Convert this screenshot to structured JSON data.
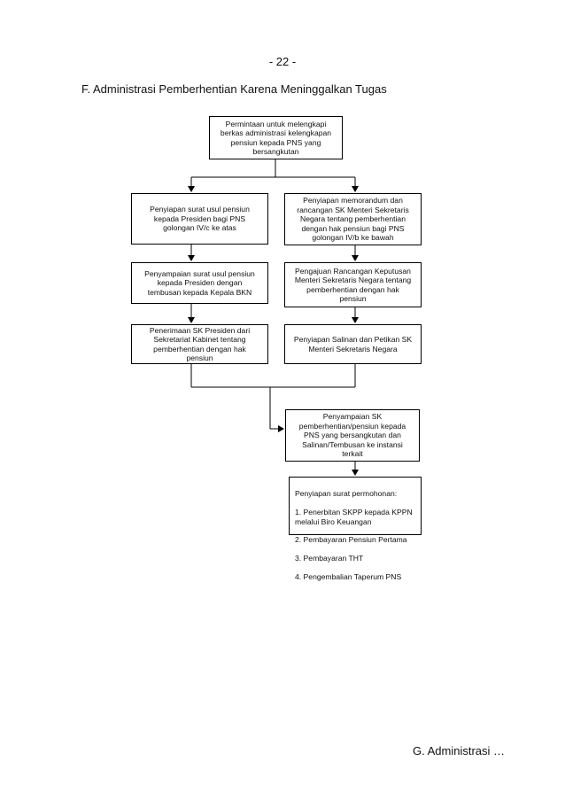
{
  "page": {
    "page_number": "- 22 -",
    "section_title": "F.  Administrasi Pemberhentian Karena Meninggalkan Tugas",
    "next_section": "G. Administrasi …"
  },
  "flowchart": {
    "start": "Permintaan untuk melengkapi\nberkas administrasi  kelengkapan\npensiun kepada PNS yang\nbersangkutan",
    "left": [
      "Penyiapan surat usul pensiun\nkepada Presiden bagi PNS\ngolongan IV/c ke atas",
      "Penyampaian surat usul  pensiun\nkepada Presiden dengan\ntembusan kepada Kepala BKN",
      "Penerimaan SK Presiden dari\nSekretariat Kabinet tentang\npemberhentian dengan hak\npensiun"
    ],
    "right": [
      "Penyiapan memorandum dan\nrancangan SK Menteri Sekretaris\nNegara tentang pemberhentian\ndengan hak pensiun bagi PNS\ngolongan IV/b ke bawah",
      "Pengajuan Rancangan Keputusan\nMenteri Sekretaris Negara tentang\npemberhentian dengan hak\npensiun",
      "Penyiapan Salinan dan Petikan SK\nMenteri Sekretaris Negara"
    ],
    "merge": "Penyampaian SK\npemberhentian/pensiun kepada\nPNS yang bersangkutan dan\nSalinan/Tembusan ke instansi\nterkait",
    "final": {
      "heading": "Penyiapan surat permohonan:",
      "items": [
        "1. Penerbitan SKPP kepada KPPN\n    melalui Biro Keuangan",
        "2. Pembayaran Pensiun Pertama",
        "3. Pembayaran THT",
        "4. Pengembalian Taperum PNS"
      ]
    }
  }
}
